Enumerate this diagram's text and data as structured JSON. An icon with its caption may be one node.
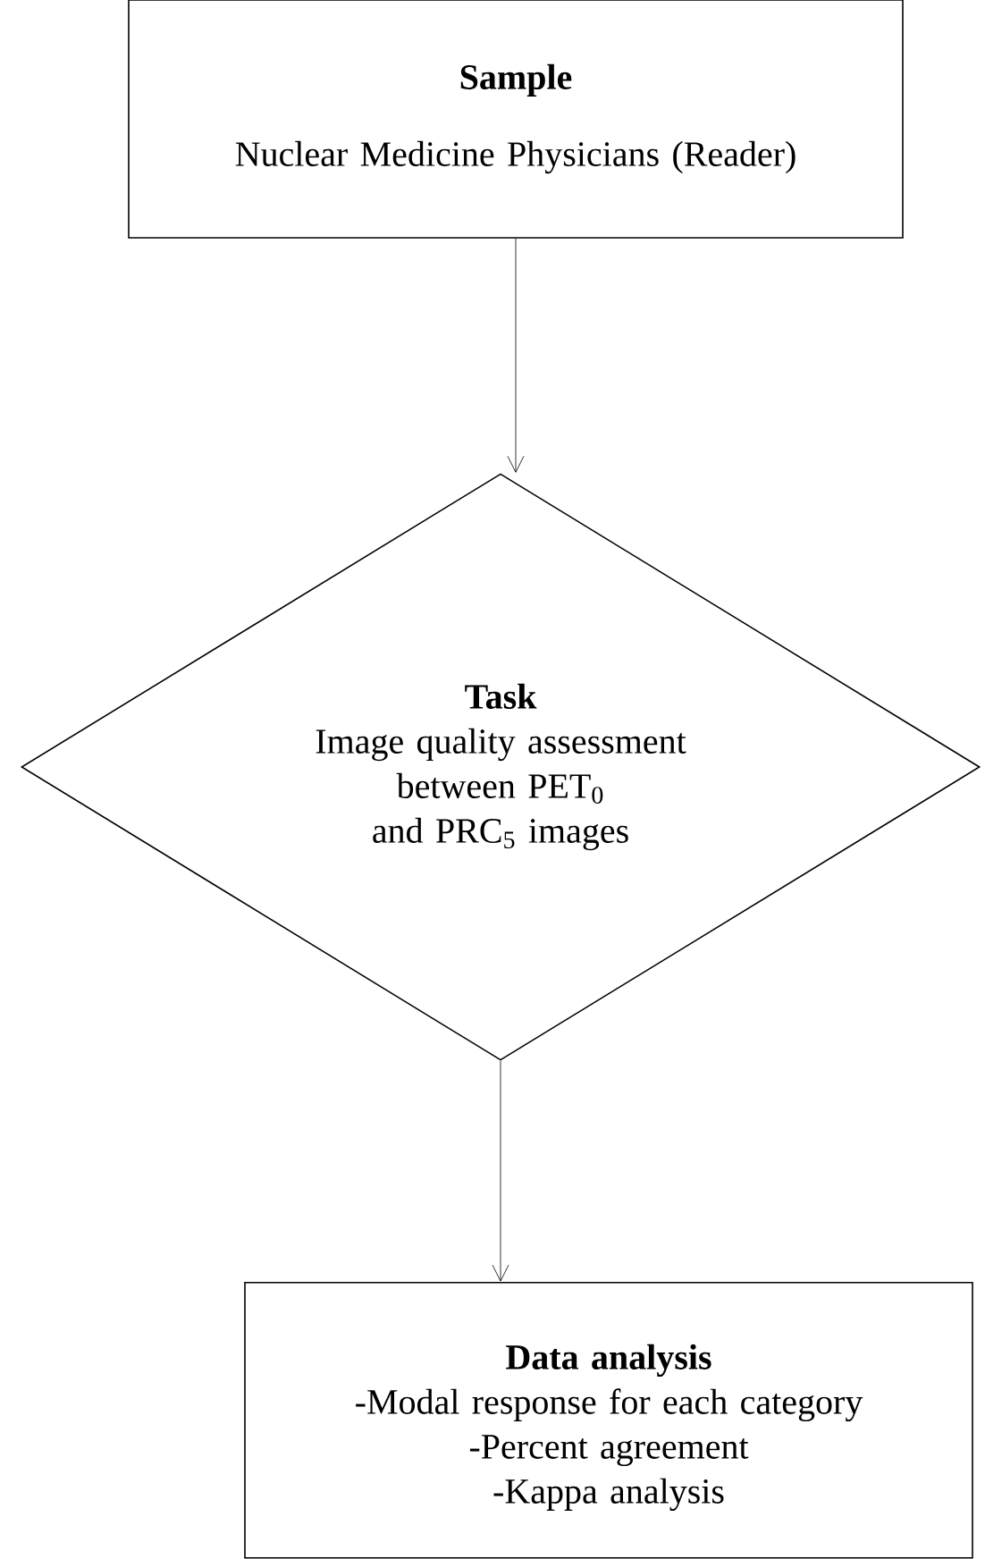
{
  "diagram": {
    "nodes": [
      {
        "text": [
          "Sample",
          "Nuclear Medicine Physicians (Reader)"
        ]
      },
      {
        "text": [
          "Task",
          "Image quality assessment between PET$_{0}$ and PRC$_{5}$ images"
        ]
      },
      {
        "text": [
          "Data analysis",
          "-Modal response for each category",
          "-Percent agreement",
          "-Kappa analysis"
        ]
      }
    ],
    "edges": [
      {
        "from": 0,
        "to": 1,
        "arrow": "to"
      },
      {
        "from": 1,
        "to": 2,
        "arrow": "to"
      }
    ]
  }
}
